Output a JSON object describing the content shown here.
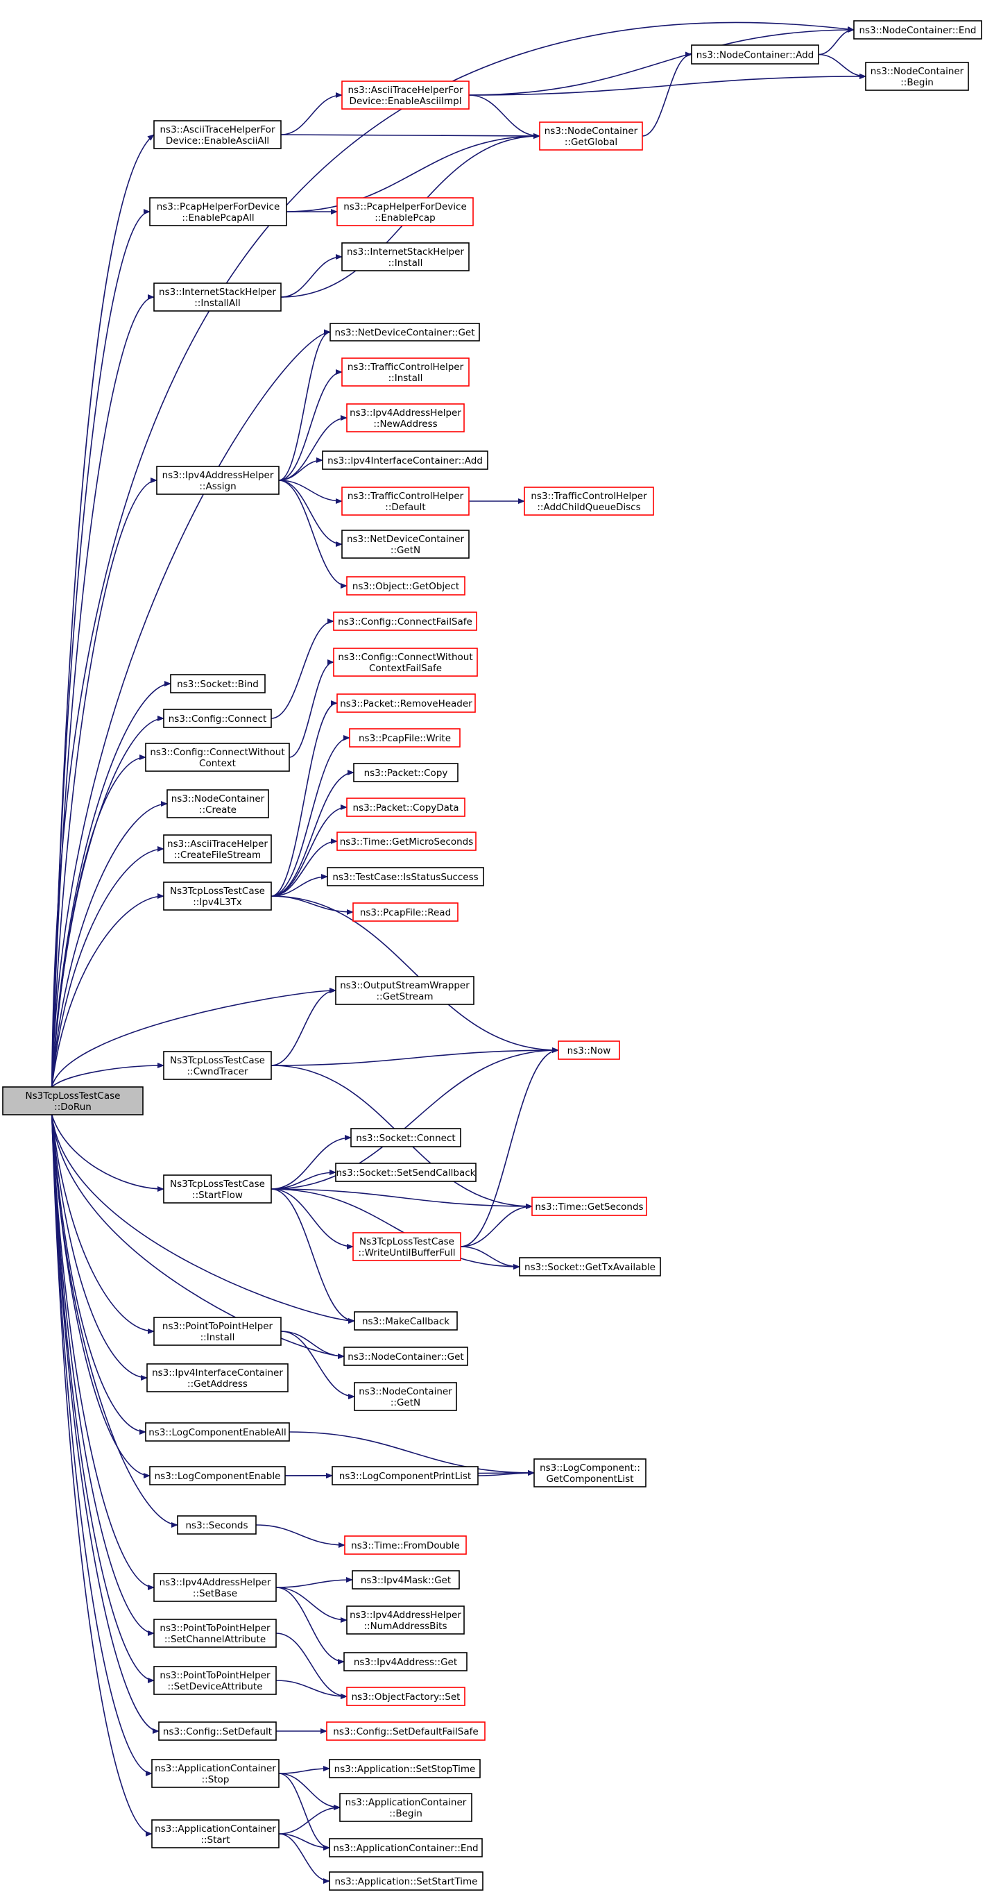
{
  "colors": {
    "edge": "#191970",
    "border_normal": "#000000",
    "border_truncated": "#ff0000",
    "root_fill": "#bfbfbf",
    "node_fill": "#ffffff"
  },
  "root": {
    "id": "root",
    "lines": [
      "Ns3TcpLossTestCase",
      "::DoRun"
    ]
  },
  "nodes": [
    {
      "id": "root",
      "lines": [
        "Ns3TcpLossTestCase",
        "::DoRun"
      ],
      "style": "root"
    },
    {
      "id": "ascii_enable_all",
      "lines": [
        "ns3::AsciiTraceHelperFor",
        "Device::EnableAsciiAll"
      ],
      "style": "normal"
    },
    {
      "id": "ascii_enable_impl",
      "lines": [
        "ns3::AsciiTraceHelperFor",
        "Device::EnableAsciiImpl"
      ],
      "style": "truncated"
    },
    {
      "id": "nc_end",
      "lines": [
        "ns3::NodeContainer::End"
      ],
      "style": "normal"
    },
    {
      "id": "nc_add",
      "lines": [
        "ns3::NodeContainer::Add"
      ],
      "style": "normal"
    },
    {
      "id": "nc_begin",
      "lines": [
        "ns3::NodeContainer",
        "::Begin"
      ],
      "style": "normal"
    },
    {
      "id": "nc_getglobal",
      "lines": [
        "ns3::NodeContainer",
        "::GetGlobal"
      ],
      "style": "truncated"
    },
    {
      "id": "pcap_enable_all",
      "lines": [
        "ns3::PcapHelperForDevice",
        "::EnablePcapAll"
      ],
      "style": "normal"
    },
    {
      "id": "pcap_enable",
      "lines": [
        "ns3::PcapHelperForDevice",
        "::EnablePcap"
      ],
      "style": "truncated"
    },
    {
      "id": "ish_install",
      "lines": [
        "ns3::InternetStackHelper",
        "::Install"
      ],
      "style": "normal"
    },
    {
      "id": "ish_installall",
      "lines": [
        "ns3::InternetStackHelper",
        "::InstallAll"
      ],
      "style": "normal"
    },
    {
      "id": "ndc_get",
      "lines": [
        "ns3::NetDeviceContainer::Get"
      ],
      "style": "normal"
    },
    {
      "id": "tch_install",
      "lines": [
        "ns3::TrafficControlHelper",
        "::Install"
      ],
      "style": "truncated"
    },
    {
      "id": "ipv4ah_newaddress",
      "lines": [
        "ns3::Ipv4AddressHelper",
        "::NewAddress"
      ],
      "style": "truncated"
    },
    {
      "id": "ipv4ic_add",
      "lines": [
        "ns3::Ipv4InterfaceContainer::Add"
      ],
      "style": "normal"
    },
    {
      "id": "ipv4ah_assign",
      "lines": [
        "ns3::Ipv4AddressHelper",
        "::Assign"
      ],
      "style": "normal"
    },
    {
      "id": "tch_default",
      "lines": [
        "ns3::TrafficControlHelper",
        "::Default"
      ],
      "style": "truncated"
    },
    {
      "id": "tch_addchild",
      "lines": [
        "ns3::TrafficControlHelper",
        "::AddChildQueueDiscs"
      ],
      "style": "truncated"
    },
    {
      "id": "ndc_getn",
      "lines": [
        "ns3::NetDeviceContainer",
        "::GetN"
      ],
      "style": "normal"
    },
    {
      "id": "object_getobject",
      "lines": [
        "ns3::Object::GetObject"
      ],
      "style": "truncated"
    },
    {
      "id": "config_connectfailsafe",
      "lines": [
        "ns3::Config::ConnectFailSafe"
      ],
      "style": "truncated"
    },
    {
      "id": "config_connectwo_failsafe",
      "lines": [
        "ns3::Config::ConnectWithout",
        "ContextFailSafe"
      ],
      "style": "truncated"
    },
    {
      "id": "socket_bind",
      "lines": [
        "ns3::Socket::Bind"
      ],
      "style": "normal"
    },
    {
      "id": "config_connect",
      "lines": [
        "ns3::Config::Connect"
      ],
      "style": "normal"
    },
    {
      "id": "packet_removeheader",
      "lines": [
        "ns3::Packet::RemoveHeader"
      ],
      "style": "truncated"
    },
    {
      "id": "config_connectwo",
      "lines": [
        "ns3::Config::ConnectWithout",
        "Context"
      ],
      "style": "normal"
    },
    {
      "id": "pcapfile_write",
      "lines": [
        "ns3::PcapFile::Write"
      ],
      "style": "truncated"
    },
    {
      "id": "packet_copy",
      "lines": [
        "ns3::Packet::Copy"
      ],
      "style": "normal"
    },
    {
      "id": "nc_create",
      "lines": [
        "ns3::NodeContainer",
        "::Create"
      ],
      "style": "normal"
    },
    {
      "id": "packet_copydata",
      "lines": [
        "ns3::Packet::CopyData"
      ],
      "style": "truncated"
    },
    {
      "id": "ath_createfilestream",
      "lines": [
        "ns3::AsciiTraceHelper",
        "::CreateFileStream"
      ],
      "style": "normal"
    },
    {
      "id": "time_getmicroseconds",
      "lines": [
        "ns3::Time::GetMicroSeconds"
      ],
      "style": "truncated"
    },
    {
      "id": "tlt_ipv4l3tx",
      "lines": [
        "Ns3TcpLossTestCase",
        "::Ipv4L3Tx"
      ],
      "style": "normal"
    },
    {
      "id": "testcase_isstatussuccess",
      "lines": [
        "ns3::TestCase::IsStatusSuccess"
      ],
      "style": "normal"
    },
    {
      "id": "pcapfile_read",
      "lines": [
        "ns3::PcapFile::Read"
      ],
      "style": "truncated"
    },
    {
      "id": "osw_getstream",
      "lines": [
        "ns3::OutputStreamWrapper",
        "::GetStream"
      ],
      "style": "normal"
    },
    {
      "id": "ns3_now",
      "lines": [
        "ns3::Now"
      ],
      "style": "truncated"
    },
    {
      "id": "tlt_cwndtracer",
      "lines": [
        "Ns3TcpLossTestCase",
        "::CwndTracer"
      ],
      "style": "normal"
    },
    {
      "id": "socket_connect",
      "lines": [
        "ns3::Socket::Connect"
      ],
      "style": "normal"
    },
    {
      "id": "socket_setsendcallback",
      "lines": [
        "ns3::Socket::SetSendCallback"
      ],
      "style": "normal"
    },
    {
      "id": "tlt_startflow",
      "lines": [
        "Ns3TcpLossTestCase",
        "::StartFlow"
      ],
      "style": "normal"
    },
    {
      "id": "time_getseconds",
      "lines": [
        "ns3::Time::GetSeconds"
      ],
      "style": "truncated"
    },
    {
      "id": "tlt_writeuntil",
      "lines": [
        "Ns3TcpLossTestCase",
        "::WriteUntilBufferFull"
      ],
      "style": "truncated"
    },
    {
      "id": "socket_gettxavailable",
      "lines": [
        "ns3::Socket::GetTxAvailable"
      ],
      "style": "normal"
    },
    {
      "id": "makecallback",
      "lines": [
        "ns3::MakeCallback"
      ],
      "style": "normal"
    },
    {
      "id": "p2ph_install",
      "lines": [
        "ns3::PointToPointHelper",
        "::Install"
      ],
      "style": "normal"
    },
    {
      "id": "nc_get",
      "lines": [
        "ns3::NodeContainer::Get"
      ],
      "style": "normal"
    },
    {
      "id": "ipv4ic_getaddress",
      "lines": [
        "ns3::Ipv4InterfaceContainer",
        "::GetAddress"
      ],
      "style": "normal"
    },
    {
      "id": "nc_getn",
      "lines": [
        "ns3::NodeContainer",
        "::GetN"
      ],
      "style": "normal"
    },
    {
      "id": "logcomp_enableall",
      "lines": [
        "ns3::LogComponentEnableAll"
      ],
      "style": "normal"
    },
    {
      "id": "logcomp_getlist",
      "lines": [
        "ns3::LogComponent::",
        "GetComponentList"
      ],
      "style": "normal"
    },
    {
      "id": "logcomp_enable",
      "lines": [
        "ns3::LogComponentEnable"
      ],
      "style": "normal"
    },
    {
      "id": "logcomp_printlist",
      "lines": [
        "ns3::LogComponentPrintList"
      ],
      "style": "normal"
    },
    {
      "id": "seconds",
      "lines": [
        "ns3::Seconds"
      ],
      "style": "normal"
    },
    {
      "id": "time_fromdouble",
      "lines": [
        "ns3::Time::FromDouble"
      ],
      "style": "truncated"
    },
    {
      "id": "ipv4mask_get",
      "lines": [
        "ns3::Ipv4Mask::Get"
      ],
      "style": "normal"
    },
    {
      "id": "ipv4ah_setbase",
      "lines": [
        "ns3::Ipv4AddressHelper",
        "::SetBase"
      ],
      "style": "normal"
    },
    {
      "id": "ipv4ah_numaddressbits",
      "lines": [
        "ns3::Ipv4AddressHelper",
        "::NumAddressBits"
      ],
      "style": "normal"
    },
    {
      "id": "p2ph_setchannelattr",
      "lines": [
        "ns3::PointToPointHelper",
        "::SetChannelAttribute"
      ],
      "style": "normal"
    },
    {
      "id": "ipv4address_get",
      "lines": [
        "ns3::Ipv4Address::Get"
      ],
      "style": "normal"
    },
    {
      "id": "p2ph_setdeviceattr",
      "lines": [
        "ns3::PointToPointHelper",
        "::SetDeviceAttribute"
      ],
      "style": "normal"
    },
    {
      "id": "objectfactory_set",
      "lines": [
        "ns3::ObjectFactory::Set"
      ],
      "style": "truncated"
    },
    {
      "id": "config_setdefault",
      "lines": [
        "ns3::Config::SetDefault"
      ],
      "style": "normal"
    },
    {
      "id": "config_setdefaultfailsafe",
      "lines": [
        "ns3::Config::SetDefaultFailSafe"
      ],
      "style": "truncated"
    },
    {
      "id": "app_setstoptime",
      "lines": [
        "ns3::Application::SetStopTime"
      ],
      "style": "normal"
    },
    {
      "id": "ac_stop",
      "lines": [
        "ns3::ApplicationContainer",
        "::Stop"
      ],
      "style": "normal"
    },
    {
      "id": "ac_begin",
      "lines": [
        "ns3::ApplicationContainer",
        "::Begin"
      ],
      "style": "normal"
    },
    {
      "id": "ac_start",
      "lines": [
        "ns3::ApplicationContainer",
        "::Start"
      ],
      "style": "normal"
    },
    {
      "id": "ac_end",
      "lines": [
        "ns3::ApplicationContainer::End"
      ],
      "style": "normal"
    },
    {
      "id": "app_setstarttime",
      "lines": [
        "ns3::Application::SetStartTime"
      ],
      "style": "normal"
    }
  ],
  "edges": [
    [
      "root",
      "nc_end"
    ],
    [
      "root",
      "ascii_enable_all"
    ],
    [
      "root",
      "pcap_enable_all"
    ],
    [
      "root",
      "ish_installall"
    ],
    [
      "root",
      "ndc_get"
    ],
    [
      "root",
      "ipv4ah_assign"
    ],
    [
      "root",
      "socket_bind"
    ],
    [
      "root",
      "config_connect"
    ],
    [
      "root",
      "config_connectwo"
    ],
    [
      "root",
      "nc_create"
    ],
    [
      "root",
      "ath_createfilestream"
    ],
    [
      "root",
      "tlt_ipv4l3tx"
    ],
    [
      "root",
      "osw_getstream"
    ],
    [
      "root",
      "tlt_cwndtracer"
    ],
    [
      "root",
      "tlt_startflow"
    ],
    [
      "root",
      "makecallback"
    ],
    [
      "root",
      "p2ph_install"
    ],
    [
      "root",
      "nc_get"
    ],
    [
      "root",
      "ipv4ic_getaddress"
    ],
    [
      "root",
      "logcomp_enableall"
    ],
    [
      "root",
      "logcomp_enable"
    ],
    [
      "root",
      "seconds"
    ],
    [
      "root",
      "ipv4ah_setbase"
    ],
    [
      "root",
      "p2ph_setchannelattr"
    ],
    [
      "root",
      "p2ph_setdeviceattr"
    ],
    [
      "root",
      "config_setdefault"
    ],
    [
      "root",
      "ac_stop"
    ],
    [
      "root",
      "ac_start"
    ],
    [
      "ascii_enable_all",
      "ascii_enable_impl"
    ],
    [
      "ascii_enable_all",
      "nc_getglobal"
    ],
    [
      "ascii_enable_impl",
      "nc_end"
    ],
    [
      "ascii_enable_impl",
      "nc_begin"
    ],
    [
      "ascii_enable_impl",
      "nc_getglobal"
    ],
    [
      "nc_add",
      "nc_end"
    ],
    [
      "nc_add",
      "nc_begin"
    ],
    [
      "nc_getglobal",
      "nc_add"
    ],
    [
      "pcap_enable_all",
      "nc_getglobal"
    ],
    [
      "pcap_enable_all",
      "pcap_enable"
    ],
    [
      "ish_installall",
      "ish_install"
    ],
    [
      "ish_installall",
      "nc_getglobal"
    ],
    [
      "ipv4ah_assign",
      "ndc_get"
    ],
    [
      "ipv4ah_assign",
      "tch_install"
    ],
    [
      "ipv4ah_assign",
      "ipv4ah_newaddress"
    ],
    [
      "ipv4ah_assign",
      "ipv4ic_add"
    ],
    [
      "ipv4ah_assign",
      "tch_default"
    ],
    [
      "ipv4ah_assign",
      "ndc_getn"
    ],
    [
      "ipv4ah_assign",
      "object_getobject"
    ],
    [
      "tch_default",
      "tch_addchild"
    ],
    [
      "config_connect",
      "config_connectfailsafe"
    ],
    [
      "config_connectwo",
      "config_connectwo_failsafe"
    ],
    [
      "tlt_ipv4l3tx",
      "packet_removeheader"
    ],
    [
      "tlt_ipv4l3tx",
      "pcapfile_write"
    ],
    [
      "tlt_ipv4l3tx",
      "packet_copy"
    ],
    [
      "tlt_ipv4l3tx",
      "packet_copydata"
    ],
    [
      "tlt_ipv4l3tx",
      "time_getmicroseconds"
    ],
    [
      "tlt_ipv4l3tx",
      "testcase_isstatussuccess"
    ],
    [
      "tlt_ipv4l3tx",
      "pcapfile_read"
    ],
    [
      "tlt_ipv4l3tx",
      "ns3_now"
    ],
    [
      "tlt_cwndtracer",
      "osw_getstream"
    ],
    [
      "tlt_cwndtracer",
      "ns3_now"
    ],
    [
      "tlt_cwndtracer",
      "time_getseconds"
    ],
    [
      "tlt_startflow",
      "ns3_now"
    ],
    [
      "tlt_startflow",
      "socket_connect"
    ],
    [
      "tlt_startflow",
      "socket_setsendcallback"
    ],
    [
      "tlt_startflow",
      "time_getseconds"
    ],
    [
      "tlt_startflow",
      "tlt_writeuntil"
    ],
    [
      "tlt_startflow",
      "socket_gettxavailable"
    ],
    [
      "tlt_startflow",
      "makecallback"
    ],
    [
      "tlt_writeuntil",
      "ns3_now"
    ],
    [
      "tlt_writeuntil",
      "time_getseconds"
    ],
    [
      "tlt_writeuntil",
      "socket_gettxavailable"
    ],
    [
      "p2ph_install",
      "nc_get"
    ],
    [
      "p2ph_install",
      "nc_getn"
    ],
    [
      "logcomp_enableall",
      "logcomp_getlist"
    ],
    [
      "logcomp_enable",
      "logcomp_printlist"
    ],
    [
      "logcomp_enable",
      "logcomp_getlist"
    ],
    [
      "logcomp_printlist",
      "logcomp_getlist"
    ],
    [
      "seconds",
      "time_fromdouble"
    ],
    [
      "ipv4ah_setbase",
      "ipv4mask_get"
    ],
    [
      "ipv4ah_setbase",
      "ipv4ah_numaddressbits"
    ],
    [
      "ipv4ah_setbase",
      "ipv4address_get"
    ],
    [
      "p2ph_setchannelattr",
      "objectfactory_set"
    ],
    [
      "p2ph_setdeviceattr",
      "objectfactory_set"
    ],
    [
      "config_setdefault",
      "config_setdefaultfailsafe"
    ],
    [
      "ac_stop",
      "app_setstoptime"
    ],
    [
      "ac_stop",
      "ac_begin"
    ],
    [
      "ac_stop",
      "ac_end"
    ],
    [
      "ac_start",
      "ac_begin"
    ],
    [
      "ac_start",
      "ac_end"
    ],
    [
      "ac_start",
      "app_setstarttime"
    ]
  ]
}
